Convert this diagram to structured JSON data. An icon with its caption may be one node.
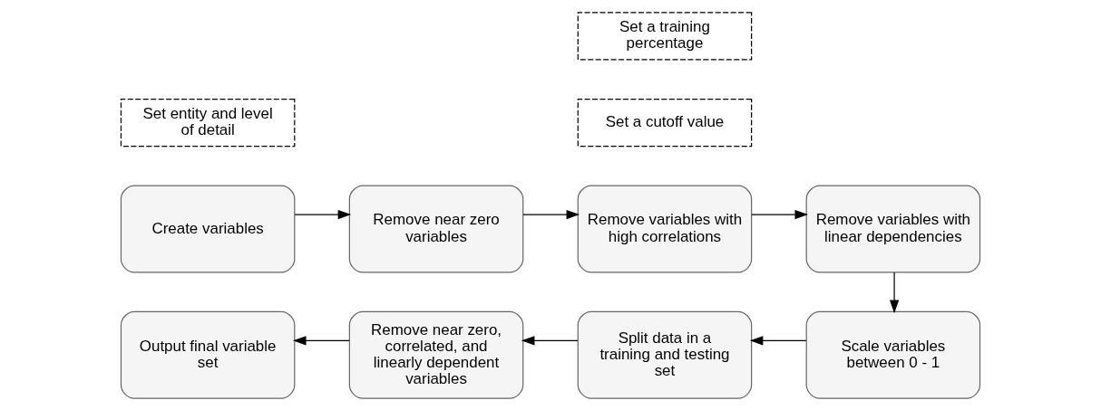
{
  "diagram": {
    "nodes": [
      {
        "text": [
          "Create variables"
        ]
      },
      {
        "text": [
          "Remove near zero variables"
        ]
      },
      {
        "text": [
          "Remove variables with high correlations"
        ]
      },
      {
        "text": [
          "Remove variables with linear dependencies"
        ]
      },
      {
        "text": [
          "Set entity and level of detail"
        ]
      },
      {
        "text": [
          "Set a cutoff value"
        ]
      },
      {
        "text": [
          "Output final variable set"
        ]
      },
      {
        "text": [
          "Remove near zero, correlated, and linearly dependent variables"
        ]
      },
      {
        "text": [
          "Split data in a training and testing set"
        ]
      },
      {
        "text": [
          "Scale variables between 0 - 1"
        ]
      },
      {
        "text": [
          "Set a training percentage"
        ]
      }
    ],
    "edges": [
      {
        "from": 0,
        "to": 1,
        "arrow": "to"
      },
      {
        "from": 1,
        "to": 2,
        "arrow": "to"
      },
      {
        "from": 2,
        "to": 3,
        "arrow": "to"
      },
      {
        "from": 3,
        "to": 9,
        "arrow": "to"
      },
      {
        "from": 9,
        "to": 8,
        "arrow": "to"
      },
      {
        "from": 8,
        "to": 7,
        "arrow": "to"
      },
      {
        "from": 7,
        "to": 6,
        "arrow": "to"
      }
    ]
  }
}
